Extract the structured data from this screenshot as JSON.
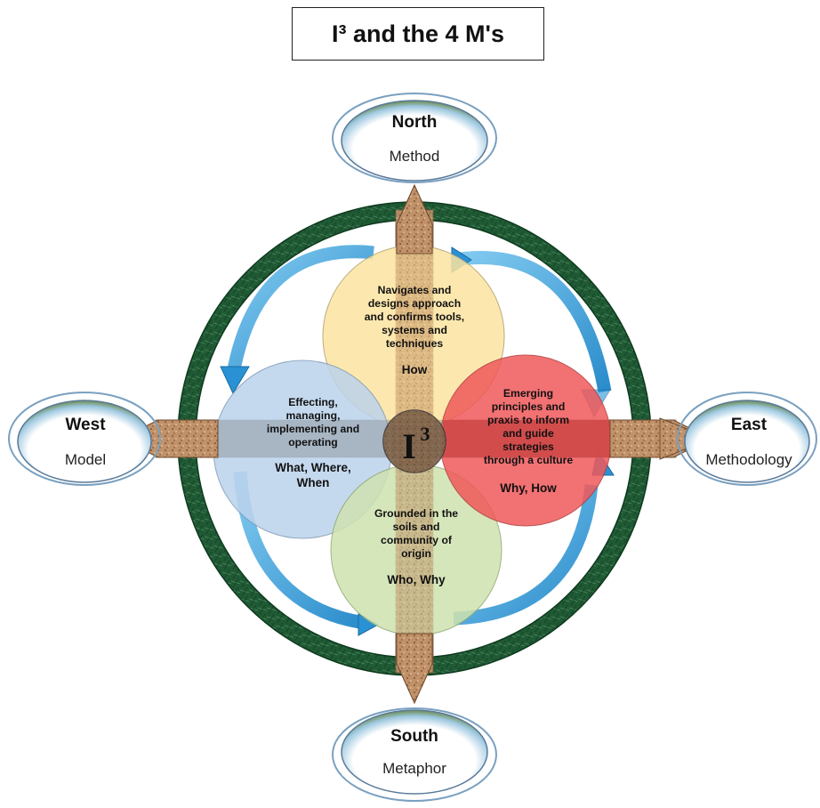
{
  "title": "I³ and the 4 M's",
  "center": {
    "label": "I",
    "superscript": "3"
  },
  "directions": {
    "north": {
      "title": "North",
      "subtitle": "Method"
    },
    "south": {
      "title": "South",
      "subtitle": "Metaphor"
    },
    "east": {
      "title": "East",
      "subtitle": "Methodology"
    },
    "west": {
      "title": "West",
      "subtitle": "Model"
    }
  },
  "petals": {
    "north": {
      "lines": [
        "Navigates and",
        "designs approach",
        "and confirms tools,",
        "systems and",
        "techniques"
      ],
      "question": "How",
      "color": "#fce4a0"
    },
    "east": {
      "lines": [
        "Emerging",
        "principles and",
        "praxis to inform",
        "and guide",
        "strategies",
        "through a culture"
      ],
      "question": "Why, How",
      "color": "#f0595a"
    },
    "south": {
      "lines": [
        "Grounded in the",
        "soils and",
        "community of",
        "origin"
      ],
      "question": "Who, Why",
      "color": "#cfe2b0"
    },
    "west": {
      "lines": [
        "Effecting,",
        "managing,",
        "implementing and",
        "operating"
      ],
      "question_lines": [
        "What, Where,",
        "When"
      ],
      "color": "#bcd3ec"
    }
  },
  "colors": {
    "ring": "#1e5a32",
    "arrow": "#b8865a",
    "curve_arrow": "#3aa0d8",
    "center": "#5a4a3a"
  }
}
